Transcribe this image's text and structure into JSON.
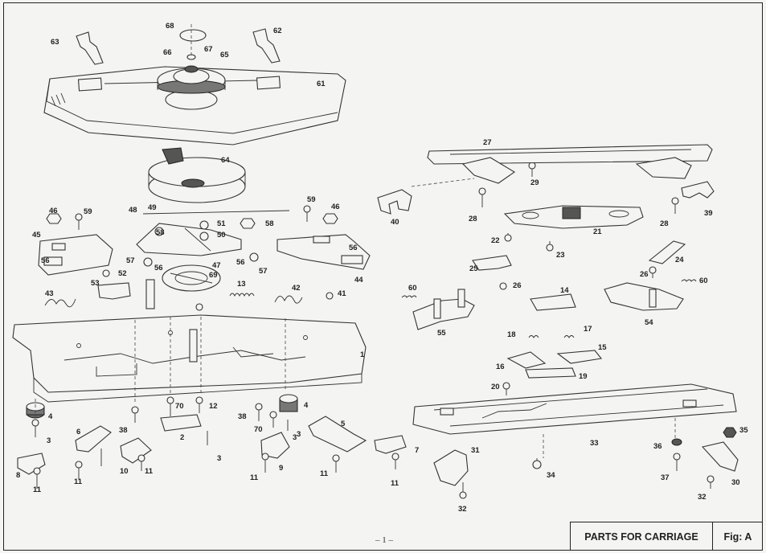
{
  "title_block": {
    "title": "PARTS FOR CARRIAGE",
    "figure": "Fig: A"
  },
  "page_number": "– 1 –",
  "labels": [
    {
      "id": "l1",
      "text": "1"
    },
    {
      "id": "l2",
      "text": "2"
    },
    {
      "id": "l3a",
      "text": "3"
    },
    {
      "id": "l3b",
      "text": "3"
    },
    {
      "id": "l3c",
      "text": "3"
    },
    {
      "id": "l3d",
      "text": "3"
    },
    {
      "id": "l4a",
      "text": "4"
    },
    {
      "id": "l4b",
      "text": "4"
    },
    {
      "id": "l5",
      "text": "5"
    },
    {
      "id": "l6",
      "text": "6"
    },
    {
      "id": "l7",
      "text": "7"
    },
    {
      "id": "l8",
      "text": "8"
    },
    {
      "id": "l9",
      "text": "9"
    },
    {
      "id": "l10",
      "text": "10"
    },
    {
      "id": "l11a",
      "text": "11"
    },
    {
      "id": "l11b",
      "text": "11"
    },
    {
      "id": "l11c",
      "text": "11"
    },
    {
      "id": "l11d",
      "text": "11"
    },
    {
      "id": "l11e",
      "text": "11"
    },
    {
      "id": "l11f",
      "text": "11"
    },
    {
      "id": "l12",
      "text": "12"
    },
    {
      "id": "l13",
      "text": "13"
    },
    {
      "id": "l14",
      "text": "14"
    },
    {
      "id": "l15",
      "text": "15"
    },
    {
      "id": "l16",
      "text": "16"
    },
    {
      "id": "l17",
      "text": "17"
    },
    {
      "id": "l18",
      "text": "18"
    },
    {
      "id": "l19",
      "text": "19"
    },
    {
      "id": "l20",
      "text": "20"
    },
    {
      "id": "l21",
      "text": "21"
    },
    {
      "id": "l22",
      "text": "22"
    },
    {
      "id": "l23",
      "text": "23"
    },
    {
      "id": "l24",
      "text": "24"
    },
    {
      "id": "l25",
      "text": "25"
    },
    {
      "id": "l26a",
      "text": "26"
    },
    {
      "id": "l26b",
      "text": "26"
    },
    {
      "id": "l27",
      "text": "27"
    },
    {
      "id": "l28a",
      "text": "28"
    },
    {
      "id": "l28b",
      "text": "28"
    },
    {
      "id": "l29",
      "text": "29"
    },
    {
      "id": "l30",
      "text": "30"
    },
    {
      "id": "l31",
      "text": "31"
    },
    {
      "id": "l32a",
      "text": "32"
    },
    {
      "id": "l32b",
      "text": "32"
    },
    {
      "id": "l33",
      "text": "33"
    },
    {
      "id": "l34",
      "text": "34"
    },
    {
      "id": "l35",
      "text": "35"
    },
    {
      "id": "l36",
      "text": "36"
    },
    {
      "id": "l37",
      "text": "37"
    },
    {
      "id": "l38a",
      "text": "38"
    },
    {
      "id": "l38b",
      "text": "38"
    },
    {
      "id": "l39",
      "text": "39"
    },
    {
      "id": "l40",
      "text": "40"
    },
    {
      "id": "l41",
      "text": "41"
    },
    {
      "id": "l42",
      "text": "42"
    },
    {
      "id": "l43",
      "text": "43"
    },
    {
      "id": "l44",
      "text": "44"
    },
    {
      "id": "l45",
      "text": "45"
    },
    {
      "id": "l46a",
      "text": "46"
    },
    {
      "id": "l46b",
      "text": "46"
    },
    {
      "id": "l47",
      "text": "47"
    },
    {
      "id": "l48",
      "text": "48"
    },
    {
      "id": "l49",
      "text": "49"
    },
    {
      "id": "l50",
      "text": "50"
    },
    {
      "id": "l51",
      "text": "51"
    },
    {
      "id": "l52",
      "text": "52"
    },
    {
      "id": "l53",
      "text": "53"
    },
    {
      "id": "l54",
      "text": "54"
    },
    {
      "id": "l55",
      "text": "55"
    },
    {
      "id": "l56a",
      "text": "56"
    },
    {
      "id": "l56b",
      "text": "56"
    },
    {
      "id": "l56c",
      "text": "56"
    },
    {
      "id": "l56d",
      "text": "56"
    },
    {
      "id": "l57a",
      "text": "57"
    },
    {
      "id": "l57b",
      "text": "57"
    },
    {
      "id": "l58a",
      "text": "58"
    },
    {
      "id": "l58b",
      "text": "58"
    },
    {
      "id": "l59a",
      "text": "59"
    },
    {
      "id": "l59b",
      "text": "59"
    },
    {
      "id": "l60a",
      "text": "60"
    },
    {
      "id": "l60b",
      "text": "60"
    },
    {
      "id": "l61",
      "text": "61"
    },
    {
      "id": "l62",
      "text": "62"
    },
    {
      "id": "l63",
      "text": "63"
    },
    {
      "id": "l64",
      "text": "64"
    },
    {
      "id": "l65",
      "text": "65"
    },
    {
      "id": "l66",
      "text": "66"
    },
    {
      "id": "l67",
      "text": "67"
    },
    {
      "id": "l68",
      "text": "68"
    },
    {
      "id": "l69",
      "text": "69"
    },
    {
      "id": "l70a",
      "text": "70"
    },
    {
      "id": "l70b",
      "text": "70"
    }
  ]
}
